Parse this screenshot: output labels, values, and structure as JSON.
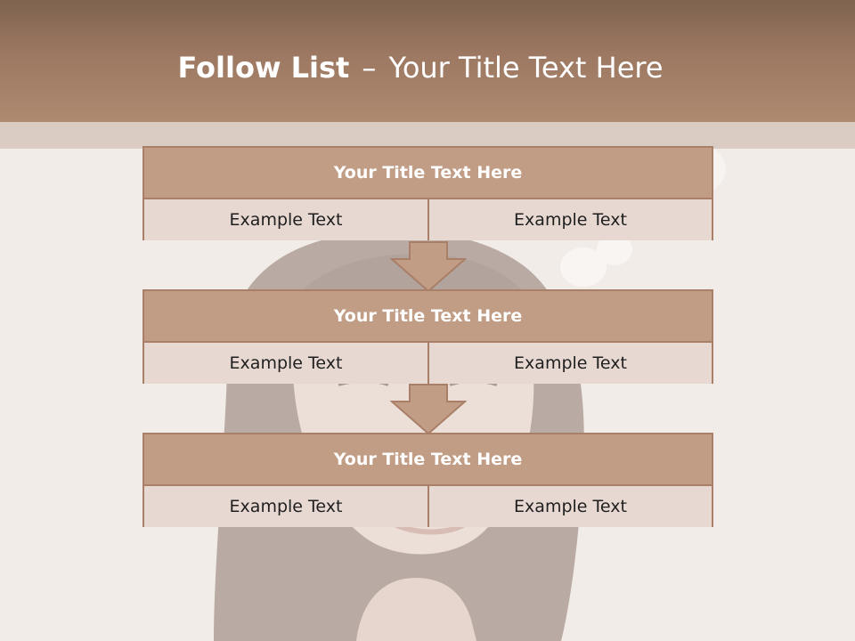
{
  "title": {
    "bold": "Follow List",
    "separator": "–",
    "rest": "Your Title Text Here"
  },
  "boxes": [
    {
      "title": "Your Title Text Here",
      "left": "Example Text",
      "right": "Example Text"
    },
    {
      "title": "Your Title Text Here",
      "left": "Example Text",
      "right": "Example Text"
    },
    {
      "title": "Your Title Text Here",
      "left": "Example Text",
      "right": "Example Text"
    }
  ],
  "colors": {
    "header": "#9d7862",
    "box_header": "#c19d86",
    "box_cell": "#e7d8d2",
    "border": "#a97f68",
    "arrow": "#c19d86"
  }
}
